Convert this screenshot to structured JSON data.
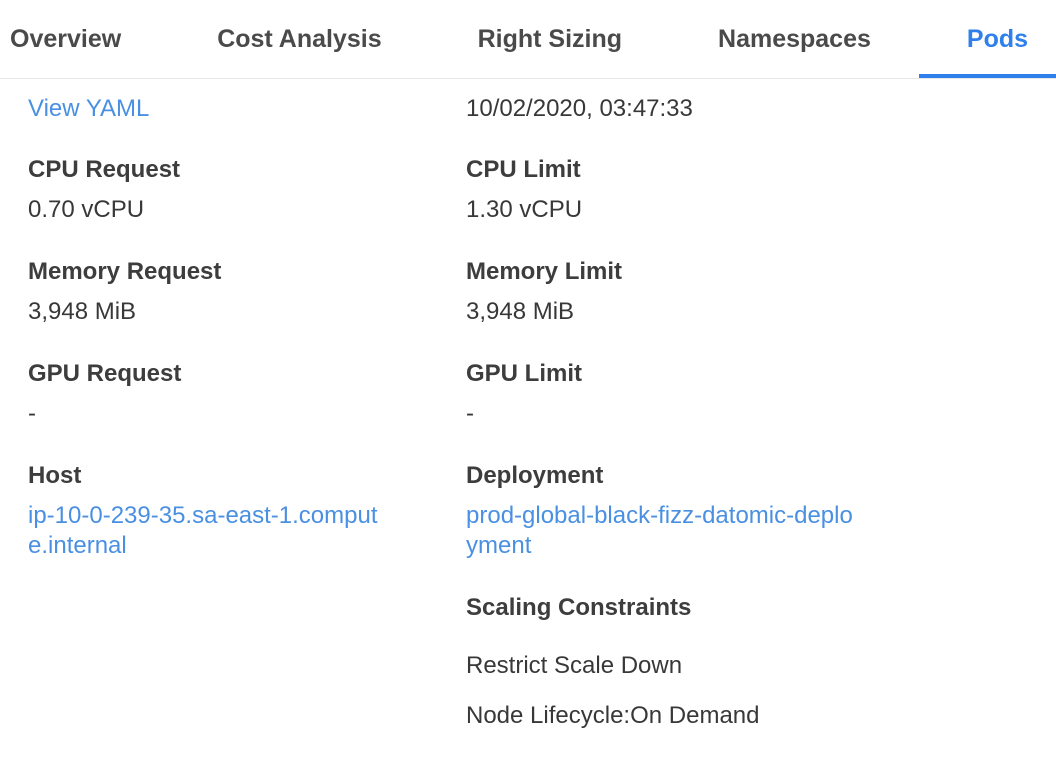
{
  "colors": {
    "accent_blue": "#2f80ed",
    "link_blue": "#4a90e2",
    "tab_text": "#4a4a4a",
    "body_text": "#383838",
    "divider": "#e8e8e8"
  },
  "tabs": {
    "active": "Pods",
    "items": [
      {
        "label": "Overview"
      },
      {
        "label": "Cost Analysis"
      },
      {
        "label": "Right Sizing"
      },
      {
        "label": "Namespaces"
      },
      {
        "label": "Pods"
      }
    ]
  },
  "pod_details": {
    "view_yaml_link": "View YAML",
    "start_time": "10/02/2020, 03:47:33",
    "left": {
      "fields": [
        {
          "label": "CPU Request",
          "value": "0.70 vCPU"
        },
        {
          "label": "Memory Request",
          "value": "3,948 MiB"
        },
        {
          "label": "GPU Request",
          "value": "-"
        },
        {
          "label": "Host",
          "value": "ip-10-0-239-35.sa-east-1.compute.internal"
        }
      ]
    },
    "right": {
      "fields": [
        {
          "label": "CPU Limit",
          "value": "1.30 vCPU"
        },
        {
          "label": "Memory Limit",
          "value": "3,948 MiB"
        },
        {
          "label": "GPU Limit",
          "value": "-"
        },
        {
          "label": "Deployment",
          "value": "prod-global-black-fizz-datomic-deployment"
        }
      ]
    },
    "scaling_constraints": {
      "label": "Scaling Constraints",
      "items": [
        "Restrict Scale Down",
        "Node Lifecycle:On Demand"
      ]
    }
  }
}
